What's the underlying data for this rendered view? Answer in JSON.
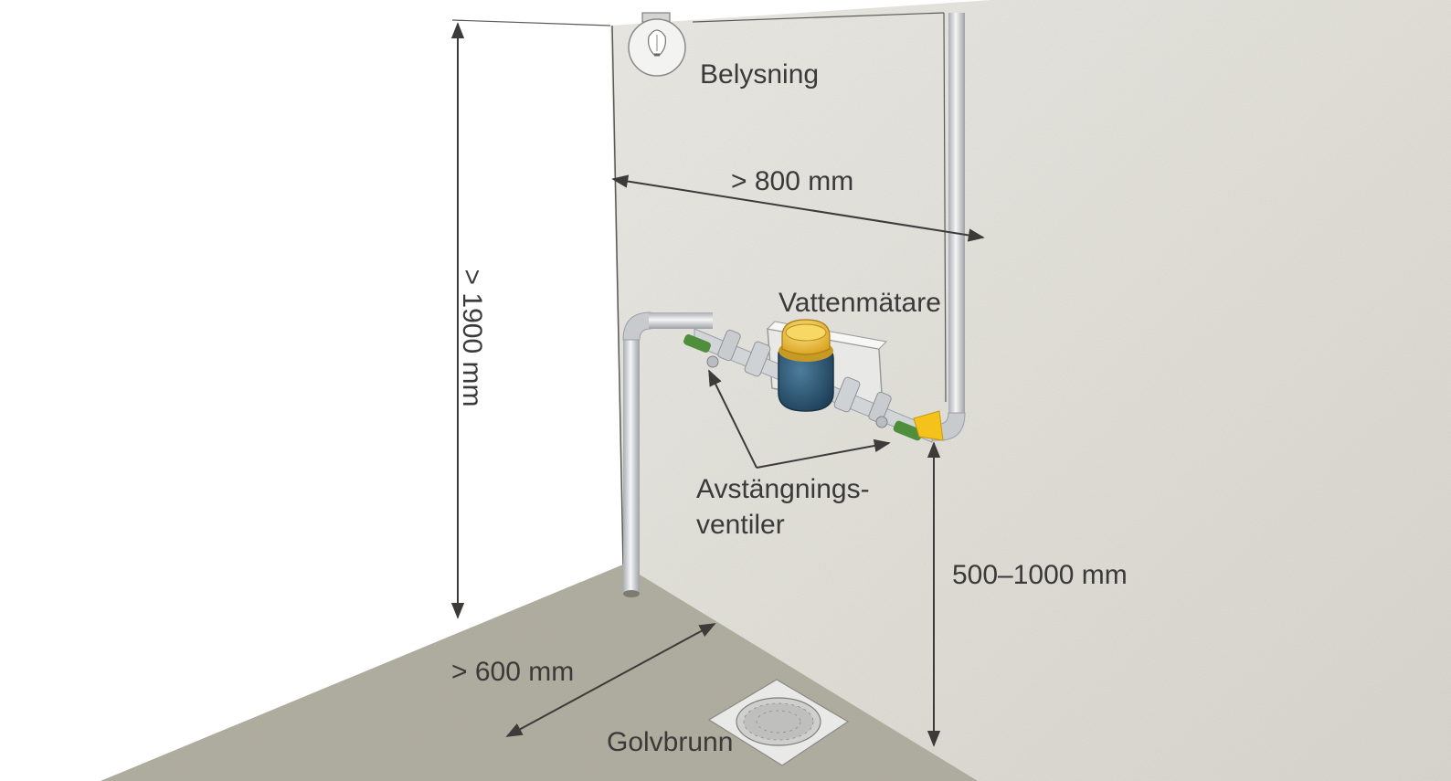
{
  "labels": {
    "lighting": "Belysning",
    "width_clearance": "> 800 mm",
    "water_meter": "Vattenmätare",
    "shutoff_valves_line1": "Avstängnings-",
    "shutoff_valves_line2": "ventiler",
    "meter_height": "500–1000 mm",
    "height_clearance": "> 1900 mm",
    "depth_clearance": "> 600 mm",
    "floor_drain": "Golvbrunn"
  },
  "colors": {
    "wall_back": "#e4e2db",
    "wall_left": "#ffffff",
    "floor": "#a9a699",
    "pipe": "#d8dadc",
    "meter_body": "#2d5b7a",
    "meter_cap": "#f1c545",
    "valve_green": "#4f8f3c",
    "fitting_yellow": "#f4c21a",
    "dimension_line": "#3d3a3a",
    "text": "#3a3a3a"
  }
}
